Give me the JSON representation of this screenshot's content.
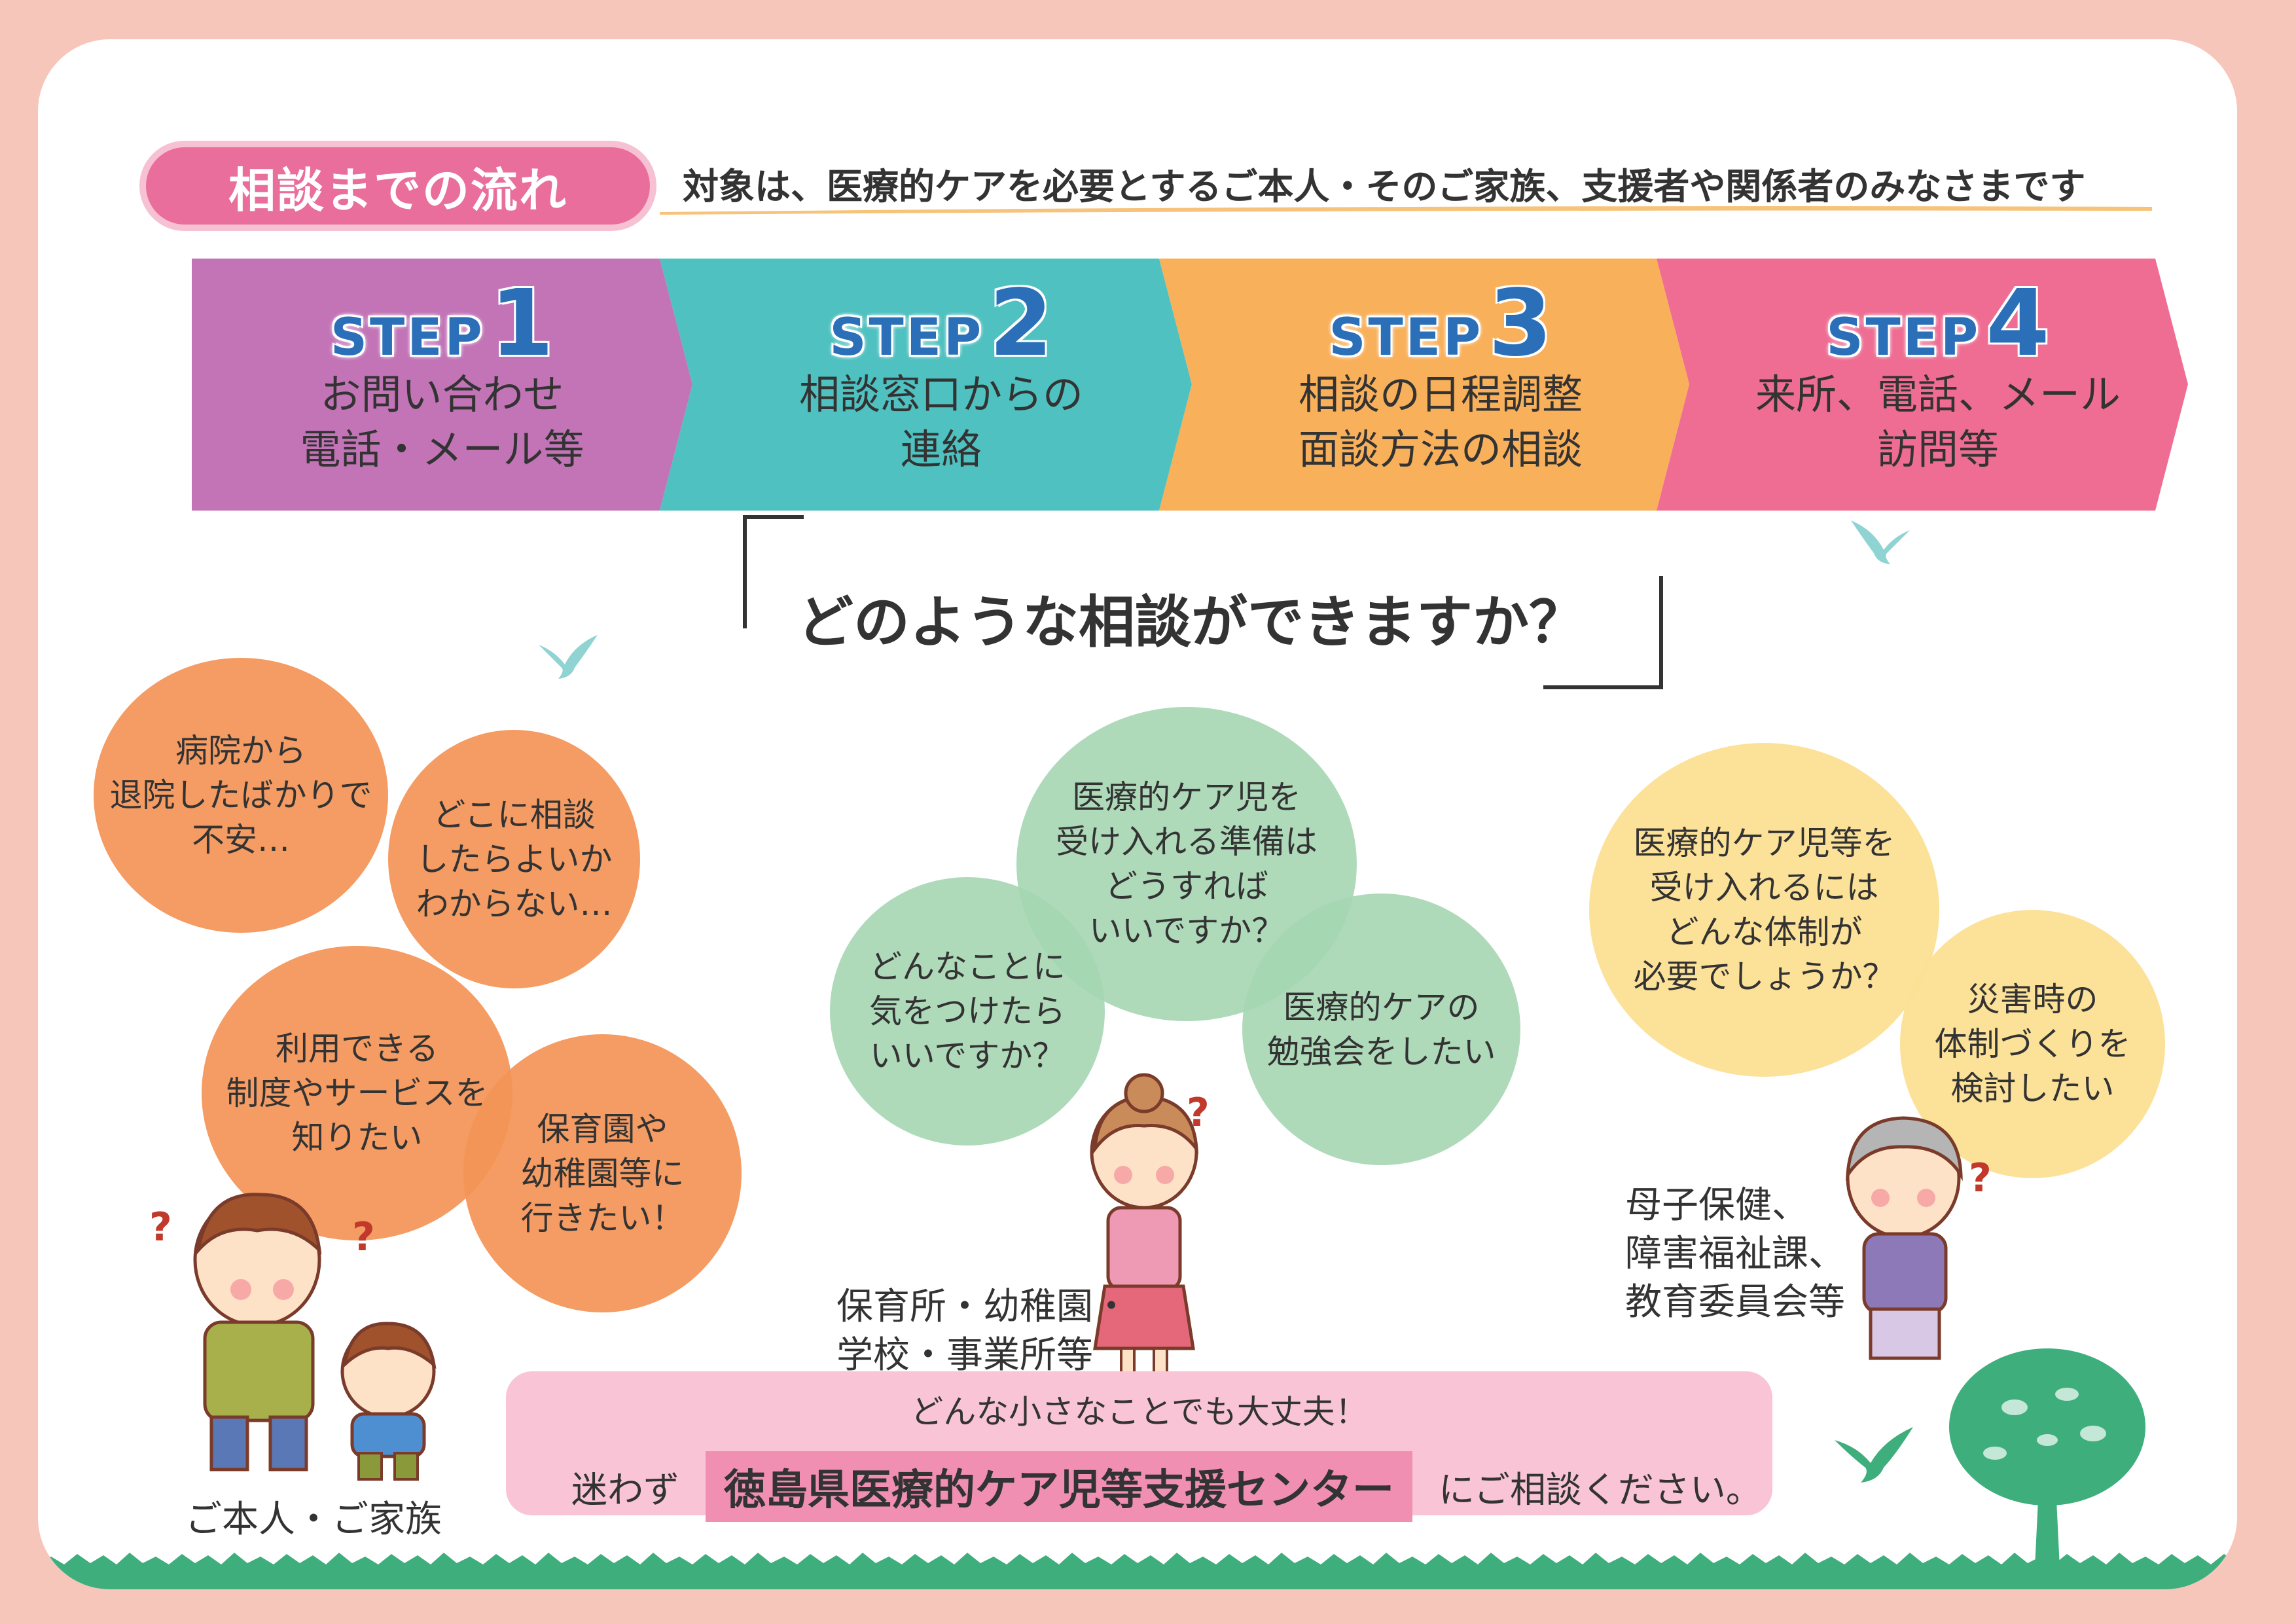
{
  "header": {
    "title": "相談までの流れ",
    "target_text": "対象は、医療的ケアを必要とするご本人・そのご家族、支援者や関係者のみなさまです"
  },
  "steps": [
    {
      "word": "STEP",
      "number": "1",
      "line1": "お問い合わせ",
      "line2": "電話・メール等",
      "color": "#c274b7"
    },
    {
      "word": "STEP",
      "number": "2",
      "line1": "相談窓口からの",
      "line2": "連絡",
      "color": "#4ec1c0"
    },
    {
      "word": "STEP",
      "number": "3",
      "line1": "相談の日程調整",
      "line2": "面談方法の相談",
      "color": "#f9b05a"
    },
    {
      "word": "STEP",
      "number": "4",
      "line1": "来所、電話、メール",
      "line2": "訪問等",
      "color": "#ef6d93"
    }
  ],
  "question": {
    "text": "どのような相談ができますか？"
  },
  "groups": {
    "family": {
      "bubbles": [
        "病院から\n退院したばかりで\n不安…",
        "どこに相談\nしたらよいか\nわからない…",
        "利用できる\n制度やサービスを\n知りたい",
        "保育園や\n幼稚園等に\n行きたい！"
      ],
      "label": "ご本人・ご家族"
    },
    "schools": {
      "bubbles": [
        "医療的ケア児を\n受け入れる準備は\nどうすれば\nいいですか？",
        "どんなことに\n気をつけたら\nいいですか？",
        "医療的ケアの\n勉強会をしたい"
      ],
      "label": "保育所・幼稚園・\n学校・事業所等"
    },
    "admin": {
      "bubbles": [
        "医療的ケア児等を\n受け入れるには\nどんな体制が\n必要でしょうか？",
        "災害時の\n体制づくりを\n検討したい"
      ],
      "label": "母子保健、\n障害福祉課、\n教育委員会等"
    }
  },
  "bottom": {
    "line1": "どんな小さなことでも大丈夫！",
    "prefix": "迷わず",
    "center_name": "徳島県医療的ケア児等支援センター",
    "suffix": "にご相談ください。"
  },
  "colors": {
    "accent_pink": "#e96e9b",
    "orange_bubble": "#f39457",
    "green_bubble": "#a5d6b2",
    "yellow_bubble": "#fcdf94",
    "step_blue": "#2a6fb8",
    "grass_green": "#3fae7d"
  },
  "icons": {
    "birds": "bird-icon",
    "tree": "tree-icon",
    "people": "person-illustration"
  }
}
